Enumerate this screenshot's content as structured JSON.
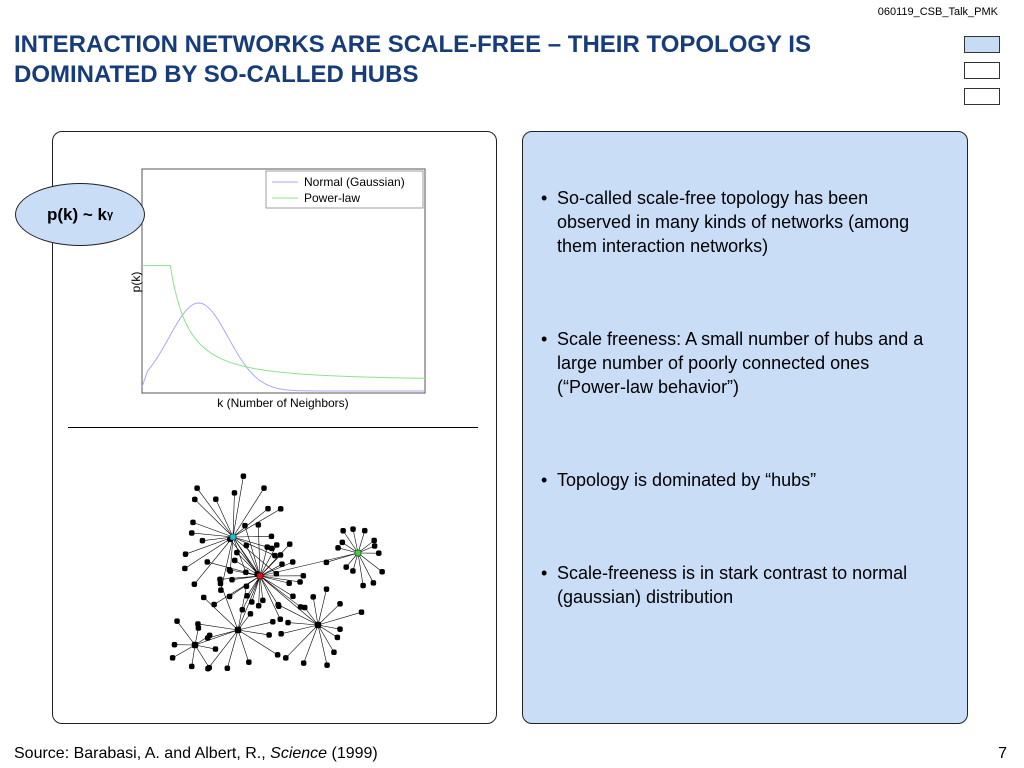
{
  "header": {
    "doc_id": "060119_CSB_Talk_PMK",
    "title_line1": "INTERACTION NETWORKS ARE SCALE-FREE – THEIR TOPOLOGY IS",
    "title_line2": "DOMINATED BY SO-CALLED HUBS"
  },
  "formula": {
    "base": "p(k) ~ k",
    "exponent": "γ"
  },
  "chart_data": {
    "type": "line",
    "title": "",
    "xlabel": "k (Number of Neighbors)",
    "ylabel": "p(k)",
    "legend_position": "top-right",
    "series": [
      {
        "name": "Normal (Gaussian)",
        "color": "#a9a9f5"
      },
      {
        "name": "Power-law",
        "color": "#8fe08f"
      }
    ]
  },
  "bullets": [
    "So-called scale-free topology has been observed in many kinds of networks (among them interaction networks)",
    "Scale freeness: A small number of hubs and a large number of poorly connected ones (“Power-law behavior”)",
    "Topology is dominated by “hubs”",
    "Scale-freeness is in stark contrast to normal (gaussian) distribution"
  ],
  "footer": {
    "source_prefix": "Source: Barabasi, A. and Albert, R., ",
    "source_journal": "Science",
    "source_suffix": " (1999)",
    "page_number": "7"
  },
  "colors": {
    "title": "#163c7a",
    "panel_fill": "#c9ddf7",
    "hub_primary": "#e01010",
    "hub_secondary": "#20c0d0",
    "hub_tertiary": "#40d040"
  }
}
